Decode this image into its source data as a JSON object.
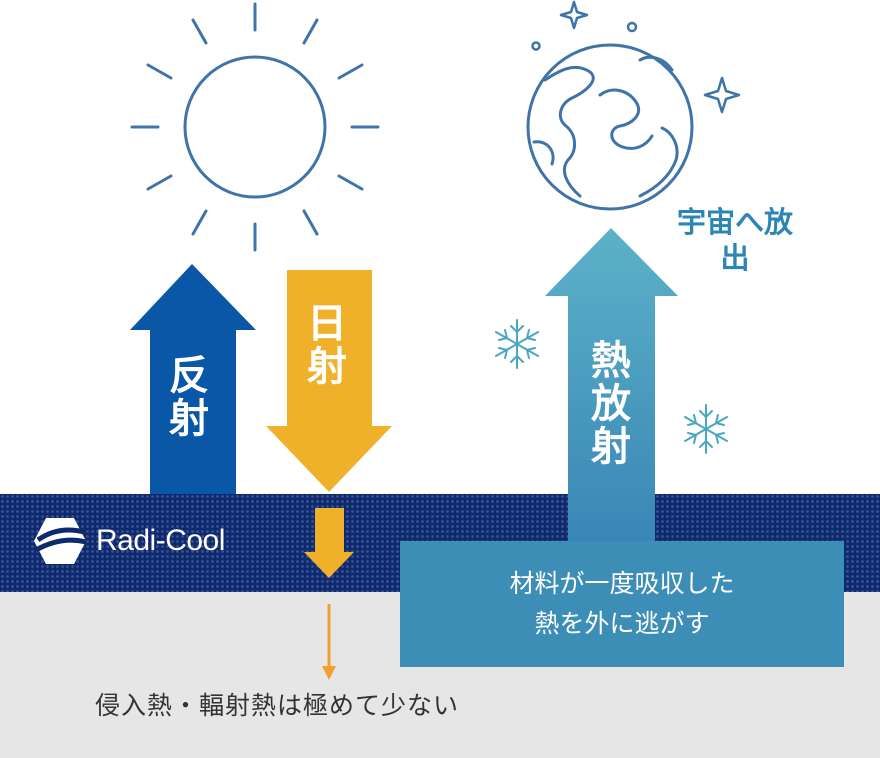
{
  "labels": {
    "reflection": "反射",
    "sunlight": "日射",
    "heat_radiation": "熱放射",
    "to_space": "宇宙へ放出",
    "message_line1": "材料が一度吸収した",
    "message_line2": "熱を外に逃がす",
    "bottom_caption": "侵入熱・輻射熱は極めて少ない"
  },
  "logo": {
    "text": "Radi-Cool"
  },
  "colors": {
    "reflect_arrow": "#0a57a8",
    "sun_arrow": "#f0b12a",
    "heat_arrow_top": "#5cb2c8",
    "heat_arrow_bottom": "#3a86b6",
    "orange_line": "#f0a030",
    "sun_stroke": "#3f74a8",
    "earth_stroke": "#3f74a8",
    "snow": "#4aa7c0",
    "band": "#0d2a6e"
  }
}
